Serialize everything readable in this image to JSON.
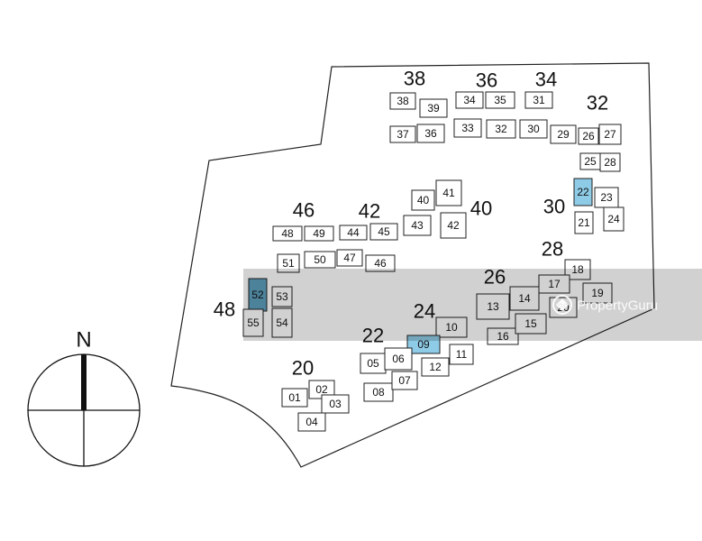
{
  "blocks": [
    {
      "label": "38"
    },
    {
      "label": "36"
    },
    {
      "label": "34"
    },
    {
      "label": "32"
    },
    {
      "label": "30"
    },
    {
      "label": "28"
    },
    {
      "label": "26"
    },
    {
      "label": "24"
    },
    {
      "label": "22"
    },
    {
      "label": "20"
    },
    {
      "label": "40"
    },
    {
      "label": "42"
    },
    {
      "label": "46"
    },
    {
      "label": "48"
    }
  ],
  "units": [
    {
      "label": "38"
    },
    {
      "label": "39"
    },
    {
      "label": "37"
    },
    {
      "label": "36"
    },
    {
      "label": "34"
    },
    {
      "label": "35"
    },
    {
      "label": "33"
    },
    {
      "label": "32"
    },
    {
      "label": "31"
    },
    {
      "label": "30"
    },
    {
      "label": "29"
    },
    {
      "label": "26"
    },
    {
      "label": "27"
    },
    {
      "label": "25"
    },
    {
      "label": "28"
    },
    {
      "label": "22",
      "highlight": true
    },
    {
      "label": "23"
    },
    {
      "label": "21"
    },
    {
      "label": "24"
    },
    {
      "label": "41"
    },
    {
      "label": "40"
    },
    {
      "label": "43"
    },
    {
      "label": "42"
    },
    {
      "label": "44"
    },
    {
      "label": "45"
    },
    {
      "label": "48"
    },
    {
      "label": "49"
    },
    {
      "label": "51"
    },
    {
      "label": "50"
    },
    {
      "label": "47"
    },
    {
      "label": "46"
    },
    {
      "label": "52",
      "highlight": true
    },
    {
      "label": "53"
    },
    {
      "label": "55"
    },
    {
      "label": "54"
    },
    {
      "label": "18"
    },
    {
      "label": "17"
    },
    {
      "label": "19"
    },
    {
      "label": "20"
    },
    {
      "label": "13"
    },
    {
      "label": "14"
    },
    {
      "label": "16"
    },
    {
      "label": "15"
    },
    {
      "label": "10"
    },
    {
      "label": "09",
      "highlight": true
    },
    {
      "label": "12"
    },
    {
      "label": "11"
    },
    {
      "label": "05"
    },
    {
      "label": "06"
    },
    {
      "label": "08"
    },
    {
      "label": "07"
    },
    {
      "label": "01"
    },
    {
      "label": "02"
    },
    {
      "label": "04"
    },
    {
      "label": "03"
    }
  ],
  "compass": {
    "north_label": "N"
  },
  "watermark": {
    "text": "PropertyGuru"
  },
  "colors": {
    "highlight": "#8ecbe6",
    "highlight_dark": "#5e9fbd"
  }
}
